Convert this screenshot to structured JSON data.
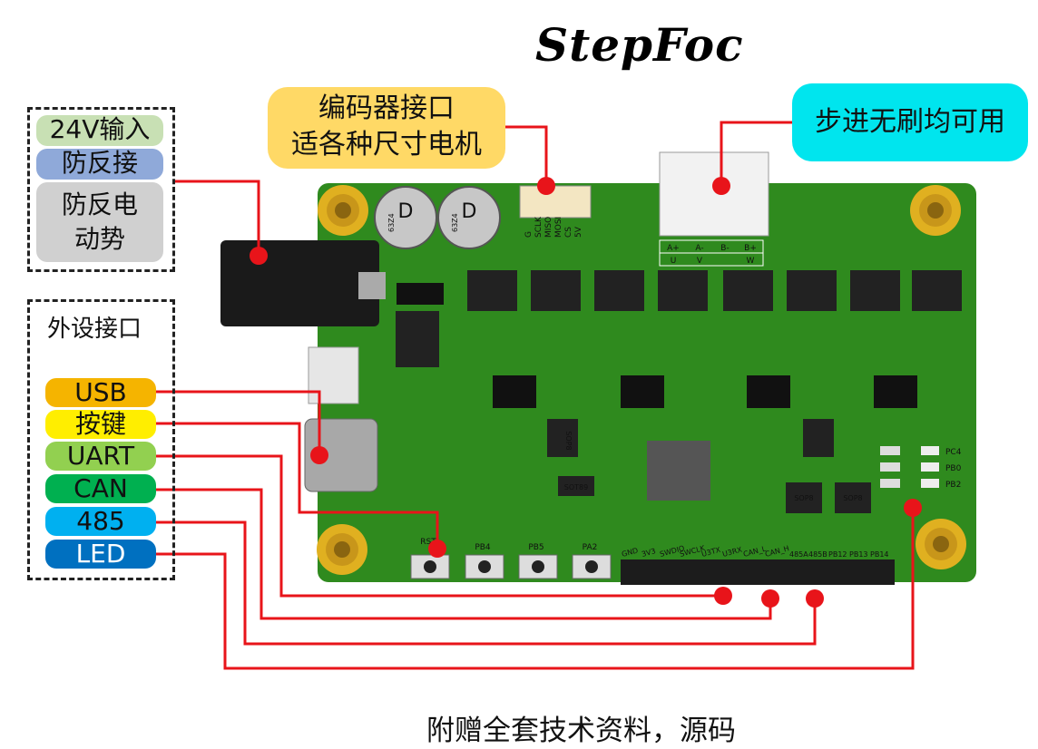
{
  "title": "StepFoc",
  "power_box": {
    "items": [
      {
        "label": "24V输入",
        "color": "#c8e0b4"
      },
      {
        "label": "防反接",
        "color": "#8fa9d9"
      },
      {
        "label": "防反电动势",
        "line1": "防反电",
        "line2": "动势",
        "color": "#d0d0d0"
      }
    ]
  },
  "peripheral_box": {
    "heading": "外设接口",
    "items": [
      {
        "label": "USB",
        "color": "#f5b400"
      },
      {
        "label": "按键",
        "color": "#ffee00"
      },
      {
        "label": "UART",
        "color": "#92d050"
      },
      {
        "label": "CAN",
        "color": "#00b050"
      },
      {
        "label": "485",
        "color": "#00b0f0"
      },
      {
        "label": "LED",
        "color": "#0070c0"
      }
    ]
  },
  "encoder_callout": {
    "line1": "编码器接口",
    "line2": "适各种尺寸电机",
    "color": "#ffd966"
  },
  "motor_callout": {
    "label": "步进无刷均可用",
    "color": "#00e5ee"
  },
  "pcb": {
    "capacitor_label": "D",
    "capacitor_code": "63Z4",
    "encoder_pins": [
      "G",
      "SCLK",
      "MISO",
      "MOSI",
      "CS",
      "5V"
    ],
    "motor_pins_top": [
      "A+",
      "A-",
      "B-",
      "B+"
    ],
    "motor_pins_bottom": [
      "U",
      "V",
      "",
      "W"
    ],
    "buttons": [
      "RST",
      "PB4",
      "PB5",
      "PA2"
    ],
    "led_labels": [
      "PC4",
      "PB0",
      "PB2"
    ],
    "header_pins": [
      "GND",
      "3V3",
      "SWDIO",
      "SWCLK",
      "U3TX",
      "U3RX",
      "CAN_L",
      "CAN_H",
      "485A",
      "485B",
      "PB12",
      "PB13",
      "PB14"
    ],
    "chip_label": "SOP8",
    "sot_label": "SOT89"
  },
  "footer": "附赠全套技术资料，源码",
  "colors": {
    "board": "#2f8a1e",
    "line": "#e8141a",
    "dot": "#e8141a"
  }
}
